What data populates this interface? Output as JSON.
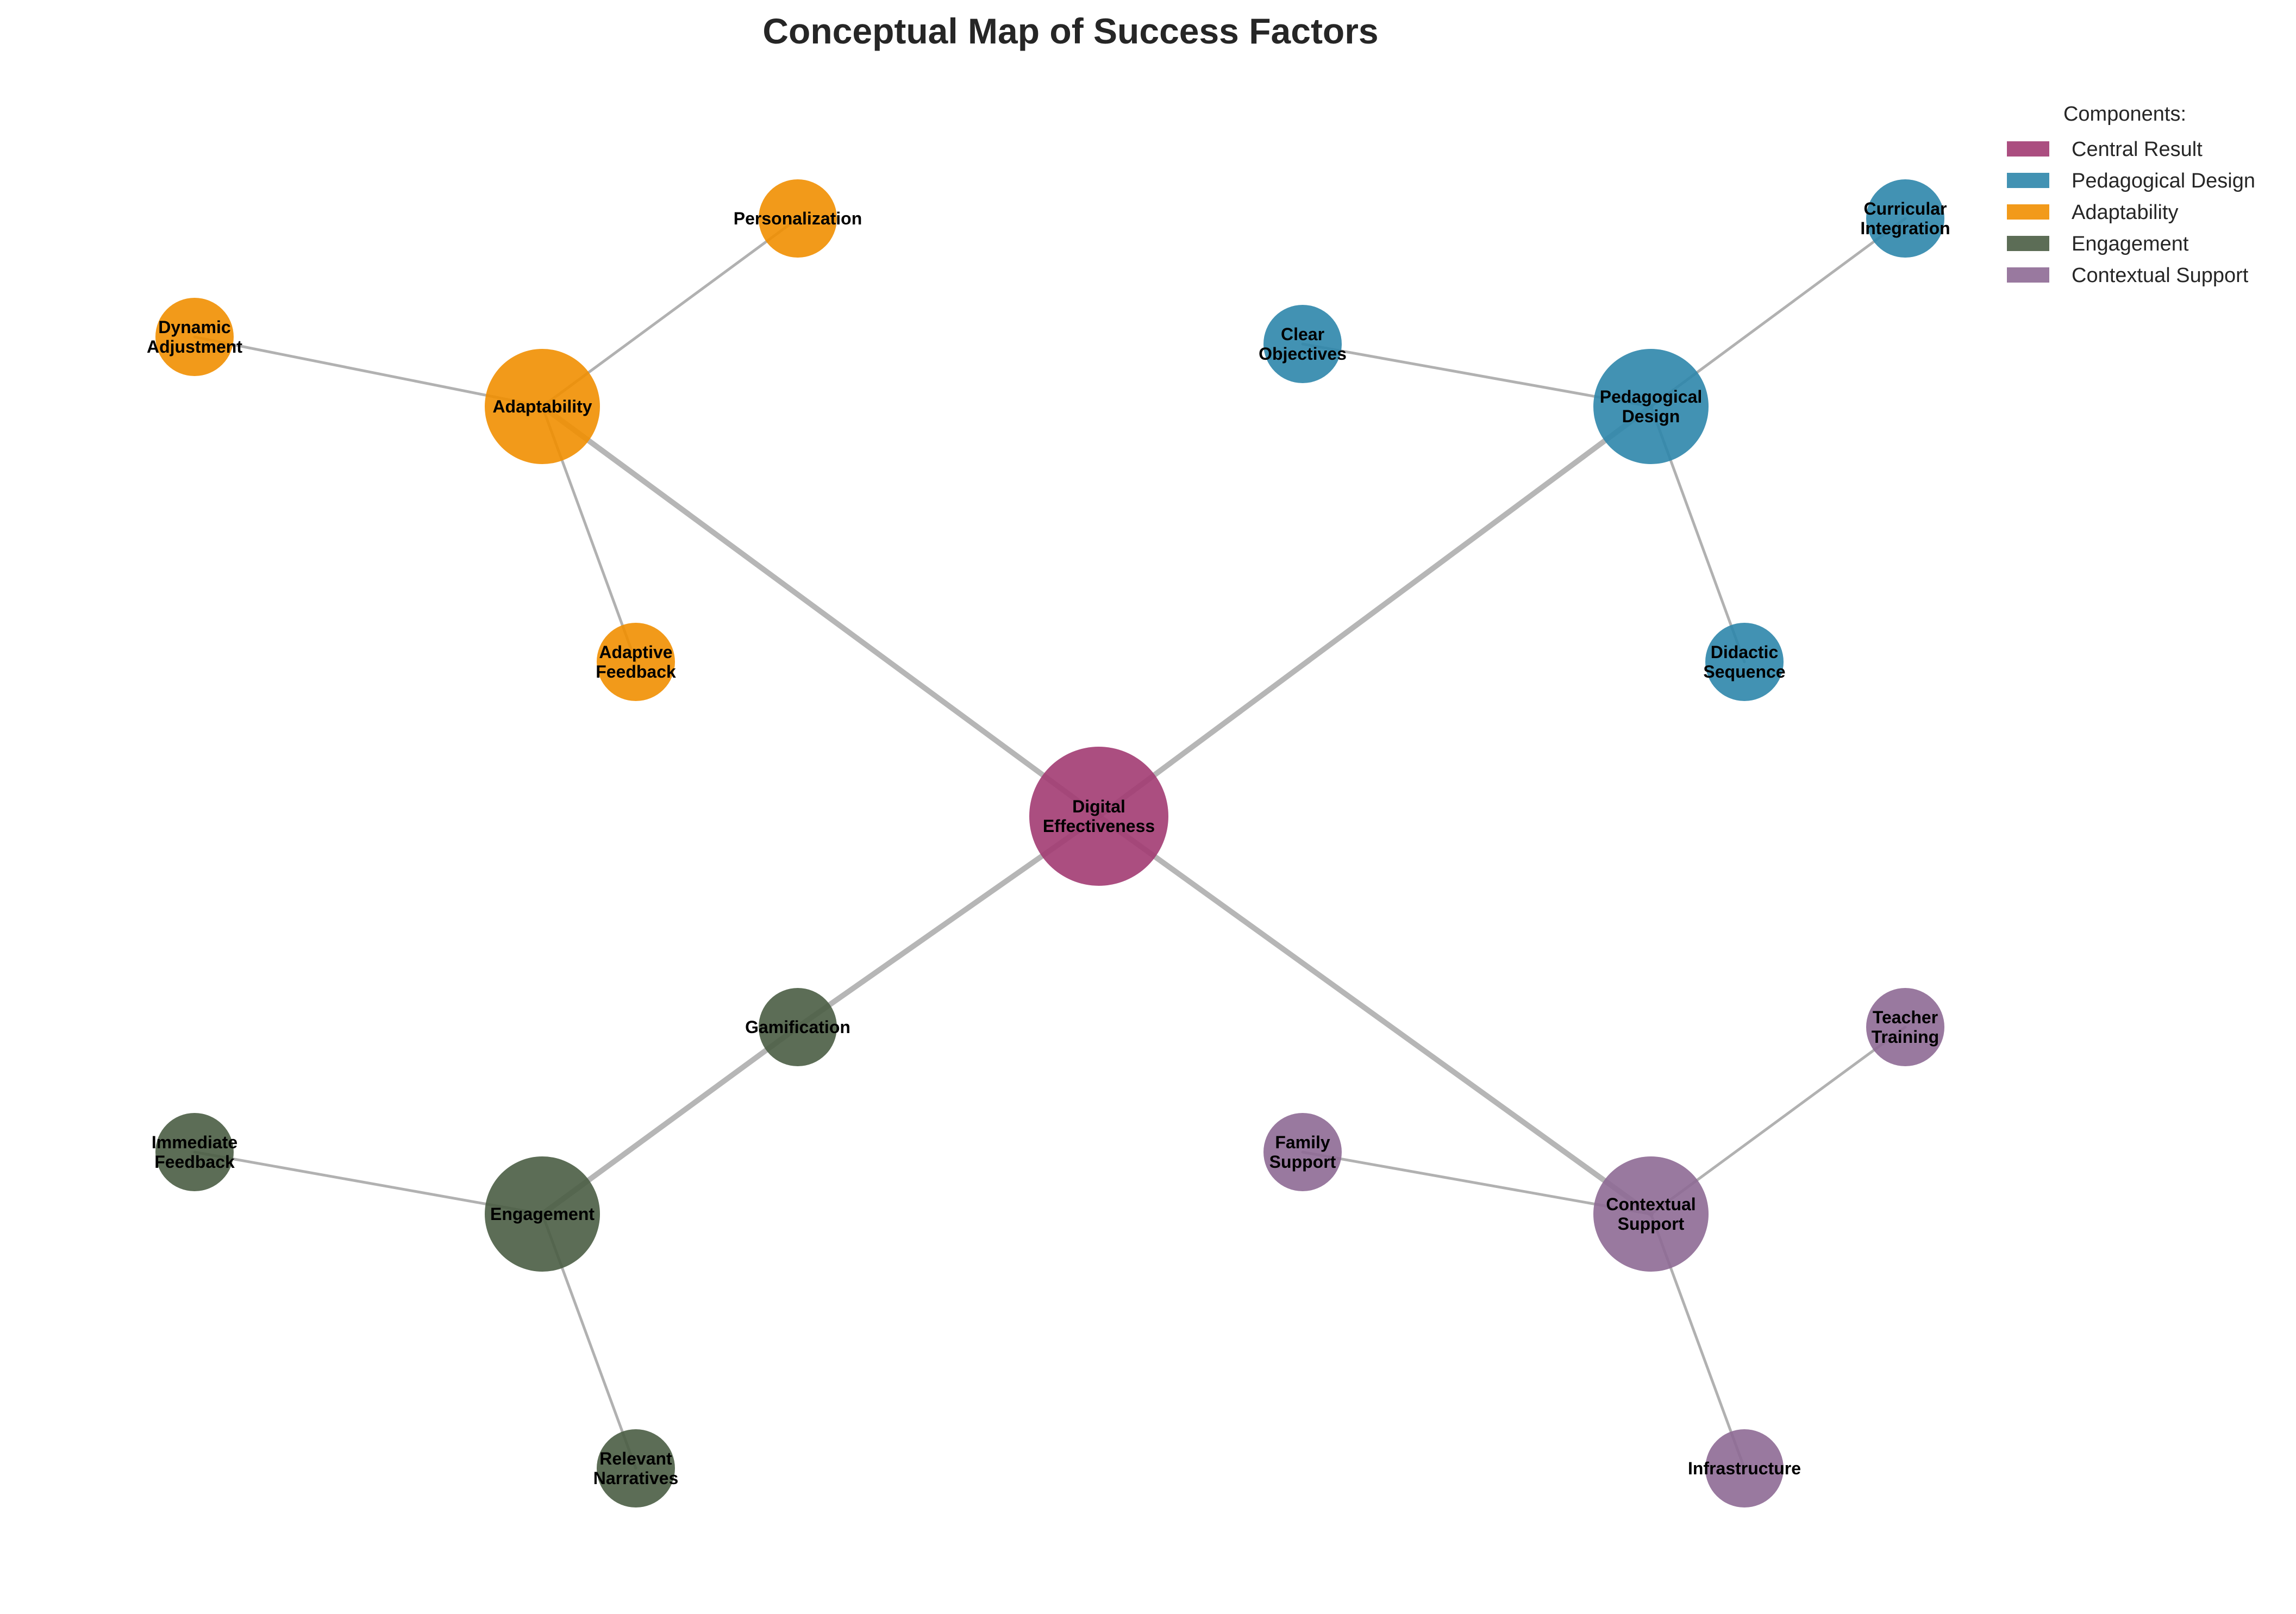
{
  "title": "Conceptual Map of Success Factors",
  "legend": {
    "title": "Components:",
    "items": [
      {
        "label": "Central Result",
        "color": "#A23B72"
      },
      {
        "label": "Pedagogical Design",
        "color": "#2E86AB"
      },
      {
        "label": "Adaptability",
        "color": "#F18F01"
      },
      {
        "label": "Engagement",
        "color": "#4A5D44"
      },
      {
        "label": "Contextual Support",
        "color": "#8E6A95"
      }
    ]
  },
  "nodes": [
    {
      "id": "digital-effectiveness",
      "lines": [
        "Digital",
        "Effectiveness"
      ],
      "group": "Central Result",
      "color": "#A23B72"
    },
    {
      "id": "pedagogical-design",
      "lines": [
        "Pedagogical",
        "Design"
      ],
      "group": "Pedagogical Design",
      "color": "#2E86AB"
    },
    {
      "id": "clear-objectives",
      "lines": [
        "Clear",
        "Objectives"
      ],
      "group": "Pedagogical Design",
      "color": "#2E86AB"
    },
    {
      "id": "curricular-integration",
      "lines": [
        "Curricular",
        "Integration"
      ],
      "group": "Pedagogical Design",
      "color": "#2E86AB"
    },
    {
      "id": "didactic-sequence",
      "lines": [
        "Didactic",
        "Sequence"
      ],
      "group": "Pedagogical Design",
      "color": "#2E86AB"
    },
    {
      "id": "adaptability",
      "lines": [
        "Adaptability"
      ],
      "group": "Adaptability",
      "color": "#F18F01"
    },
    {
      "id": "personalization",
      "lines": [
        "Personalization"
      ],
      "group": "Adaptability",
      "color": "#F18F01"
    },
    {
      "id": "dynamic-adjustment",
      "lines": [
        "Dynamic",
        "Adjustment"
      ],
      "group": "Adaptability",
      "color": "#F18F01"
    },
    {
      "id": "adaptive-feedback",
      "lines": [
        "Adaptive",
        "Feedback"
      ],
      "group": "Adaptability",
      "color": "#F18F01"
    },
    {
      "id": "engagement",
      "lines": [
        "Engagement"
      ],
      "group": "Engagement",
      "color": "#4A5D44"
    },
    {
      "id": "gamification",
      "lines": [
        "Gamification"
      ],
      "group": "Engagement",
      "color": "#4A5D44"
    },
    {
      "id": "immediate-feedback",
      "lines": [
        "Immediate",
        "Feedback"
      ],
      "group": "Engagement",
      "color": "#4A5D44"
    },
    {
      "id": "relevant-narratives",
      "lines": [
        "Relevant",
        "Narratives"
      ],
      "group": "Engagement",
      "color": "#4A5D44"
    },
    {
      "id": "contextual-support",
      "lines": [
        "Contextual",
        "Support"
      ],
      "group": "Contextual Support",
      "color": "#8E6A95"
    },
    {
      "id": "teacher-training",
      "lines": [
        "Teacher",
        "Training"
      ],
      "group": "Contextual Support",
      "color": "#8E6A95"
    },
    {
      "id": "family-support",
      "lines": [
        "Family",
        "Support"
      ],
      "group": "Contextual Support",
      "color": "#8E6A95"
    },
    {
      "id": "infrastructure",
      "lines": [
        "Infrastructure"
      ],
      "group": "Contextual Support",
      "color": "#8E6A95"
    }
  ],
  "edges": [
    {
      "from": "digital-effectiveness",
      "to": "pedagogical-design",
      "strong": true
    },
    {
      "from": "digital-effectiveness",
      "to": "adaptability",
      "strong": true
    },
    {
      "from": "digital-effectiveness",
      "to": "contextual-support",
      "strong": true
    },
    {
      "from": "digital-effectiveness",
      "to": "gamification",
      "strong": true
    },
    {
      "from": "gamification",
      "to": "engagement",
      "strong": true
    },
    {
      "from": "pedagogical-design",
      "to": "clear-objectives",
      "strong": false
    },
    {
      "from": "pedagogical-design",
      "to": "curricular-integration",
      "strong": false
    },
    {
      "from": "pedagogical-design",
      "to": "didactic-sequence",
      "strong": false
    },
    {
      "from": "adaptability",
      "to": "personalization",
      "strong": false
    },
    {
      "from": "adaptability",
      "to": "dynamic-adjustment",
      "strong": false
    },
    {
      "from": "adaptability",
      "to": "adaptive-feedback",
      "strong": false
    },
    {
      "from": "engagement",
      "to": "immediate-feedback",
      "strong": false
    },
    {
      "from": "engagement",
      "to": "relevant-narratives",
      "strong": false
    },
    {
      "from": "contextual-support",
      "to": "teacher-training",
      "strong": false
    },
    {
      "from": "contextual-support",
      "to": "family-support",
      "strong": false
    },
    {
      "from": "contextual-support",
      "to": "infrastructure",
      "strong": false
    }
  ]
}
